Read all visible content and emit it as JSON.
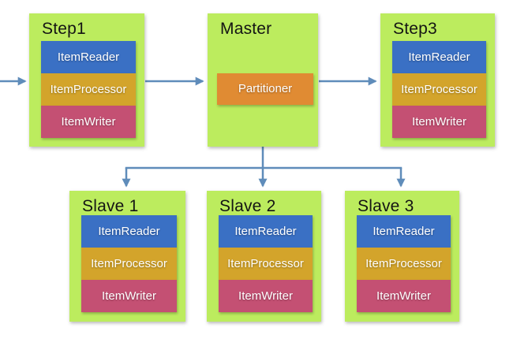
{
  "diagram": {
    "title_hint": "Spring Batch partitioning flow",
    "arrow_color": "#5f8cba",
    "colors": {
      "container": "#bcec5e",
      "reader": "#3a70c4",
      "processor": "#d3a42b",
      "writer": "#c45073",
      "partitioner": "#e08b33",
      "arrow": "#5f8cba"
    },
    "nodes": [
      {
        "id": "step1",
        "title": "Step1",
        "components": [
          "ItemReader",
          "ItemProcessor",
          "ItemWriter"
        ]
      },
      {
        "id": "master",
        "title": "Master",
        "components": [
          "Partitioner"
        ]
      },
      {
        "id": "step3",
        "title": "Step3",
        "components": [
          "ItemReader",
          "ItemProcessor",
          "ItemWriter"
        ]
      },
      {
        "id": "slave1",
        "title": "Slave 1",
        "components": [
          "ItemReader",
          "ItemProcessor",
          "ItemWriter"
        ]
      },
      {
        "id": "slave2",
        "title": "Slave 2",
        "components": [
          "ItemReader",
          "ItemProcessor",
          "ItemWriter"
        ]
      },
      {
        "id": "slave3",
        "title": "Slave 3",
        "components": [
          "ItemReader",
          "ItemProcessor",
          "ItemWriter"
        ]
      }
    ],
    "connections": [
      {
        "from": "flow-in",
        "to": "step1"
      },
      {
        "from": "step1",
        "to": "master"
      },
      {
        "from": "master",
        "to": "step3"
      },
      {
        "from": "master",
        "to": "slave1"
      },
      {
        "from": "master",
        "to": "slave2"
      },
      {
        "from": "master",
        "to": "slave3"
      }
    ]
  }
}
